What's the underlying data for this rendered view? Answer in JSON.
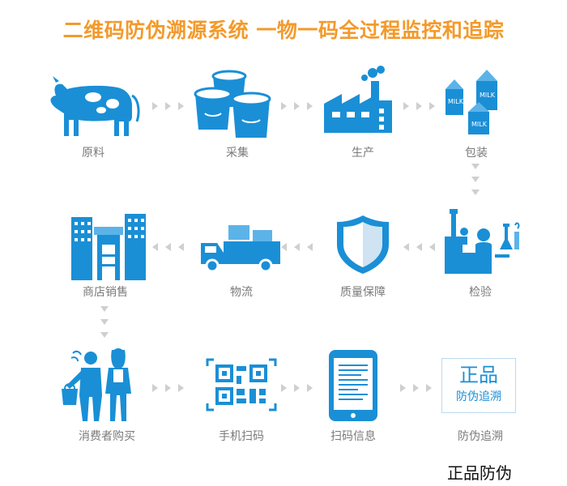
{
  "title": "二维码防伪溯源系统 一物一码全过程监控和追踪",
  "steps": {
    "raw": "原料",
    "collect": "采集",
    "produce": "生产",
    "pack": "包装",
    "inspect": "检验",
    "quality": "质量保障",
    "logistics": "物流",
    "store": "商店销售",
    "consumer": "消费者购买",
    "scan": "手机扫码",
    "info": "扫码信息",
    "anti": "防伪追溯"
  },
  "badge": {
    "line1": "正品",
    "line2": "防伪追溯"
  },
  "pack_text": "MILK",
  "footer": "正品防伪",
  "colors": {
    "title": "#f39a2b",
    "icon": "#1a8fd6",
    "arrow": "#cfcfcf",
    "label": "#7a7a7a"
  }
}
